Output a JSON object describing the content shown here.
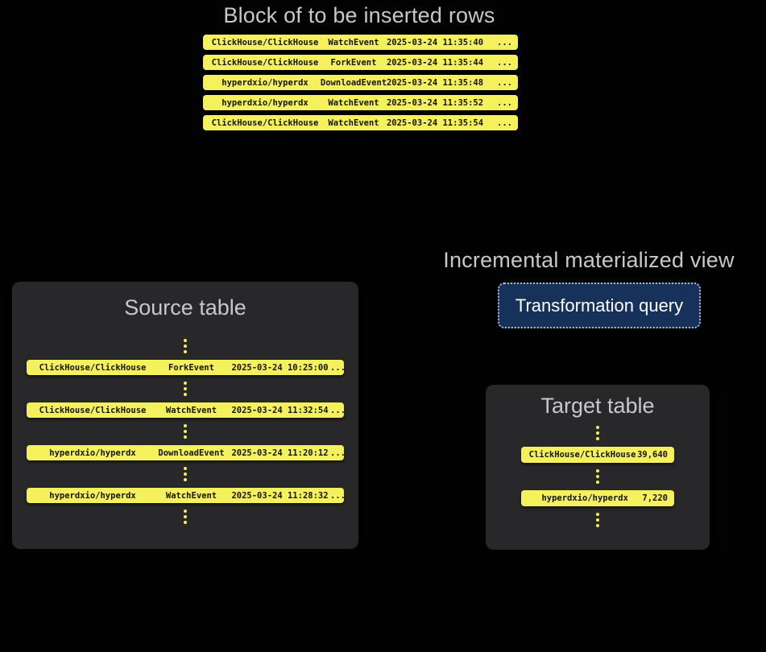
{
  "top_block": {
    "title": "Block of to be inserted rows",
    "rows": [
      {
        "repo": "ClickHouse/ClickHouse",
        "event": "WatchEvent",
        "timestamp": "2025-03-24 11:35:40",
        "more": "..."
      },
      {
        "repo": "ClickHouse/ClickHouse",
        "event": "ForkEvent",
        "timestamp": "2025-03-24 11:35:44",
        "more": "..."
      },
      {
        "repo": "hyperdxio/hyperdx",
        "event": "DownloadEvent",
        "timestamp": "2025-03-24 11:35:48",
        "more": "..."
      },
      {
        "repo": "hyperdxio/hyperdx",
        "event": "WatchEvent",
        "timestamp": "2025-03-24 11:35:52",
        "more": "..."
      },
      {
        "repo": "ClickHouse/ClickHouse",
        "event": "WatchEvent",
        "timestamp": "2025-03-24 11:35:54",
        "more": "..."
      }
    ]
  },
  "source_table": {
    "title": "Source table",
    "rows": [
      {
        "repo": "ClickHouse/ClickHouse",
        "event": "ForkEvent",
        "timestamp": "2025-03-24 10:25:00",
        "more": "..."
      },
      {
        "repo": "ClickHouse/ClickHouse",
        "event": "WatchEvent",
        "timestamp": "2025-03-24 11:32:54",
        "more": "..."
      },
      {
        "repo": "hyperdxio/hyperdx",
        "event": "DownloadEvent",
        "timestamp": "2025-03-24 11:20:12",
        "more": "..."
      },
      {
        "repo": "hyperdxio/hyperdx",
        "event": "WatchEvent",
        "timestamp": "2025-03-24 11:28:32",
        "more": "..."
      }
    ]
  },
  "materialized_view": {
    "title": "Incremental materialized view",
    "button_label": "Transformation query"
  },
  "target_table": {
    "title": "Target table",
    "rows": [
      {
        "repo": "ClickHouse/ClickHouse",
        "count": "39,640"
      },
      {
        "repo": "hyperdxio/hyperdx",
        "count": "7,220"
      }
    ]
  },
  "colors": {
    "row_yellow": "#F5F15D",
    "panel_gray": "#28282B",
    "title_gray": "#C8C8C8",
    "button_navy": "#16325B",
    "background": "#020203"
  }
}
